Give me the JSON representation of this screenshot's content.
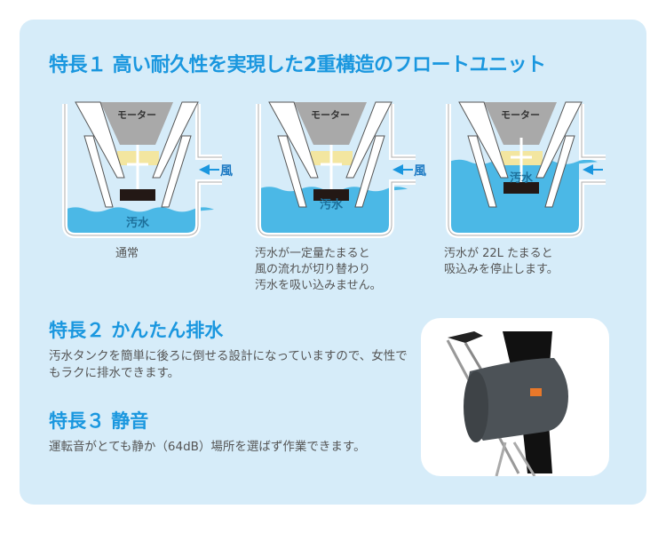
{
  "feature1": {
    "title": "特長１ 高い耐久性を実現した2重構造のフロートユニット",
    "diagrams": [
      {
        "motor_label": "モーター",
        "wind_label": "風",
        "water_label": "汚水",
        "water_level": 0.18,
        "float_raised": false,
        "caption": "通常"
      },
      {
        "motor_label": "モーター",
        "wind_label": "風",
        "water_label": "汚水",
        "water_level": 0.34,
        "float_raised": false,
        "caption": "汚水が一定量たまると\n風の流れが切り替わり\n汚水を吸い込みません。"
      },
      {
        "motor_label": "モーター",
        "wind_label": "",
        "water_label": "汚水",
        "water_level": 0.55,
        "float_raised": true,
        "caption": "汚水が 22L たまると\n吸込みを停止します。"
      }
    ]
  },
  "feature2": {
    "title": "特長２ かんたん排水",
    "text": "汚水タンクを簡単に後ろに倒せる設計になっていますので、女性でもラクに排水できます。"
  },
  "feature3": {
    "title": "特長３ 静音",
    "text": "運転音がとても静か（64dB）場所を選ばず作業できます。"
  },
  "colors": {
    "accent": "#1a97df",
    "water": "#4bb8e6",
    "bg": "#d6ecf9"
  }
}
